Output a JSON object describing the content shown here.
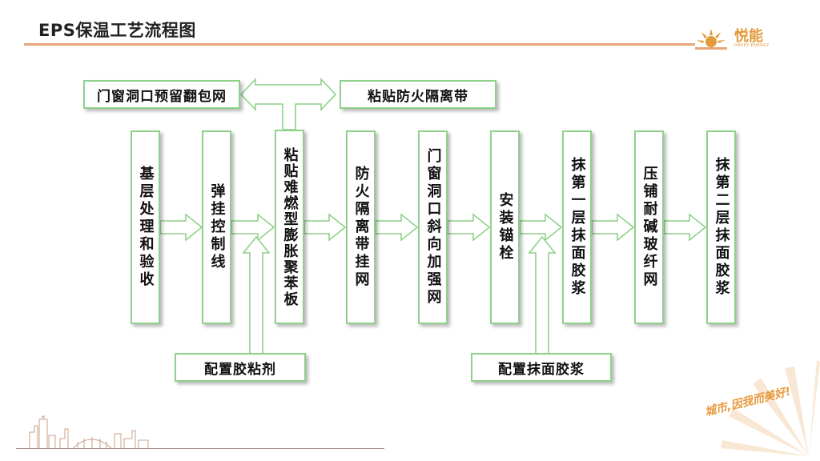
{
  "title": "EPS保温工艺流程图",
  "logo": {
    "name": "悦能",
    "sub": "HAPPY ENERGY"
  },
  "slogan": "城市,因我而美好!",
  "colors": {
    "box_border": "#8fd18a",
    "arrow_stroke": "#8fd18a",
    "title_rule": "#e7a679",
    "brand": "#e39a3a"
  },
  "steps": [
    "基层处理和验收",
    "弹挂控制线",
    "粘贴难燃型膨胀聚苯板",
    "防火隔离带挂网",
    "门窗洞口斜向加强网",
    "安装锚栓",
    "抹第一层抹面胶浆",
    "压铺耐碱玻纤网",
    "抹第二层抹面胶浆"
  ],
  "side": {
    "window_mesh": "门窗洞口预留翻包网",
    "fire_strip": "粘贴防火隔离带",
    "adhesive": "配置胶粘剂",
    "mortar": "配置抹面胶浆"
  }
}
